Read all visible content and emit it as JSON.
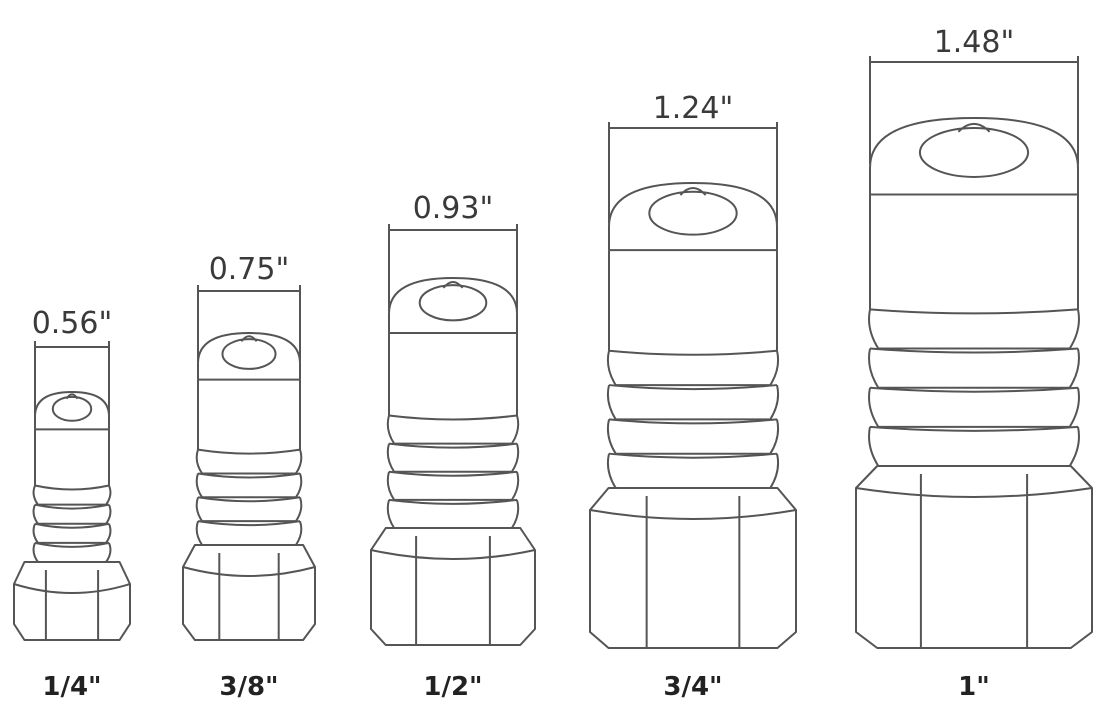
{
  "colors": {
    "line": "#555555",
    "text": "#333333",
    "background": "#ffffff"
  },
  "couplings": [
    {
      "width_label": "0.56\"",
      "size_label": "1/4\""
    },
    {
      "width_label": "0.75\"",
      "size_label": "3/8\""
    },
    {
      "width_label": "0.93\"",
      "size_label": "1/2\""
    },
    {
      "width_label": "1.24\"",
      "size_label": "3/4\""
    },
    {
      "width_label": "1.48\"",
      "size_label": "1\""
    }
  ]
}
